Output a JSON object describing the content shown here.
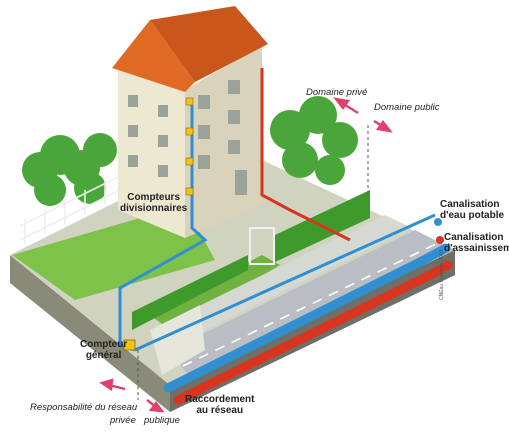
{
  "labels": {
    "compteurs": [
      "Compteurs",
      "divisionnaires"
    ],
    "compteur_general": [
      "Compteur",
      "général"
    ],
    "raccordement": [
      "Raccordement",
      "au réseau"
    ],
    "canalisation_eau": [
      "Canalisation",
      "d'eau potable"
    ],
    "canalisation_assainissement": [
      "Canalisation",
      "d'assainissement"
    ],
    "domaine_prive": "Domaine privé",
    "domaine_public": "Domaine public",
    "responsabilite": "Responsabilité du réseau",
    "privee": "privée",
    "publique": "publique",
    "credit": "CNEau Graphies 2002"
  },
  "colors": {
    "water_pipe": "#2f8fd0",
    "sewer_pipe": "#d9341e",
    "arrow": "#e0406b",
    "meter": "#f2c318",
    "hedge": "#3f9a2c",
    "lawn": "#7ec24a",
    "road": "#b9bec4",
    "roof": "#e06a24"
  }
}
